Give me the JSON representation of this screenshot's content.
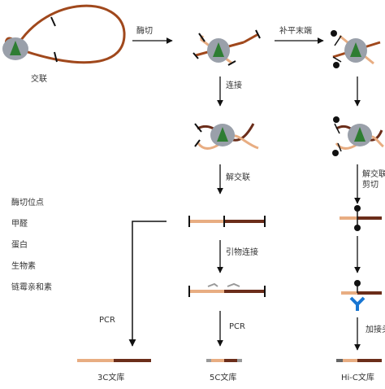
{
  "steps": {
    "crosslink": "交联",
    "digest": "酶切",
    "fill_in": "补平末端",
    "ligate": "连接",
    "reverse_crosslink": "解交联",
    "reverse_crosslink_shear": "解交联",
    "shear": "剪切",
    "primer_ligate": "引物连接",
    "pcr_left": "PCR",
    "pcr_mid": "PCR",
    "add_adapter": "加接头"
  },
  "legend": {
    "items": [
      "酶切位点",
      "甲醛",
      "蛋白",
      "生物素",
      "链霉亲和素"
    ]
  },
  "libraries": {
    "lib_3c": "3C文库",
    "lib_5c": "5C文库",
    "lib_hic": "Hi-C文库"
  },
  "colors": {
    "dna_dark": "#a0481c",
    "dna_light": "#e8ad82",
    "dna_brown": "#6b2d1a",
    "protein": "#9aa0aa",
    "protein_mark": "#2e7d32",
    "biotin": "#111111",
    "streptavidin": "#1976d2",
    "arrow": "#111111"
  }
}
